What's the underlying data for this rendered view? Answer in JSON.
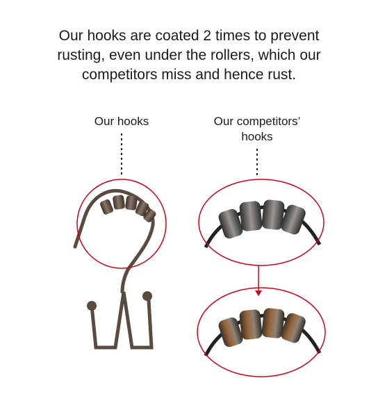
{
  "headline": {
    "line1": "Our hooks are coated 2 times to prevent",
    "line2": "rusting, even under the rollers, which our",
    "line3": "competitors miss and hence rust."
  },
  "labels": {
    "ours": "Our hooks",
    "competitors_line1": "Our competitors’",
    "competitors_line2": "hooks"
  },
  "colors": {
    "callout_circle": "#d0021b",
    "arrow": "#d0021b",
    "hook_metal": "#5b4a40",
    "dotted_line": "#222222",
    "rust": "#9a6438"
  }
}
